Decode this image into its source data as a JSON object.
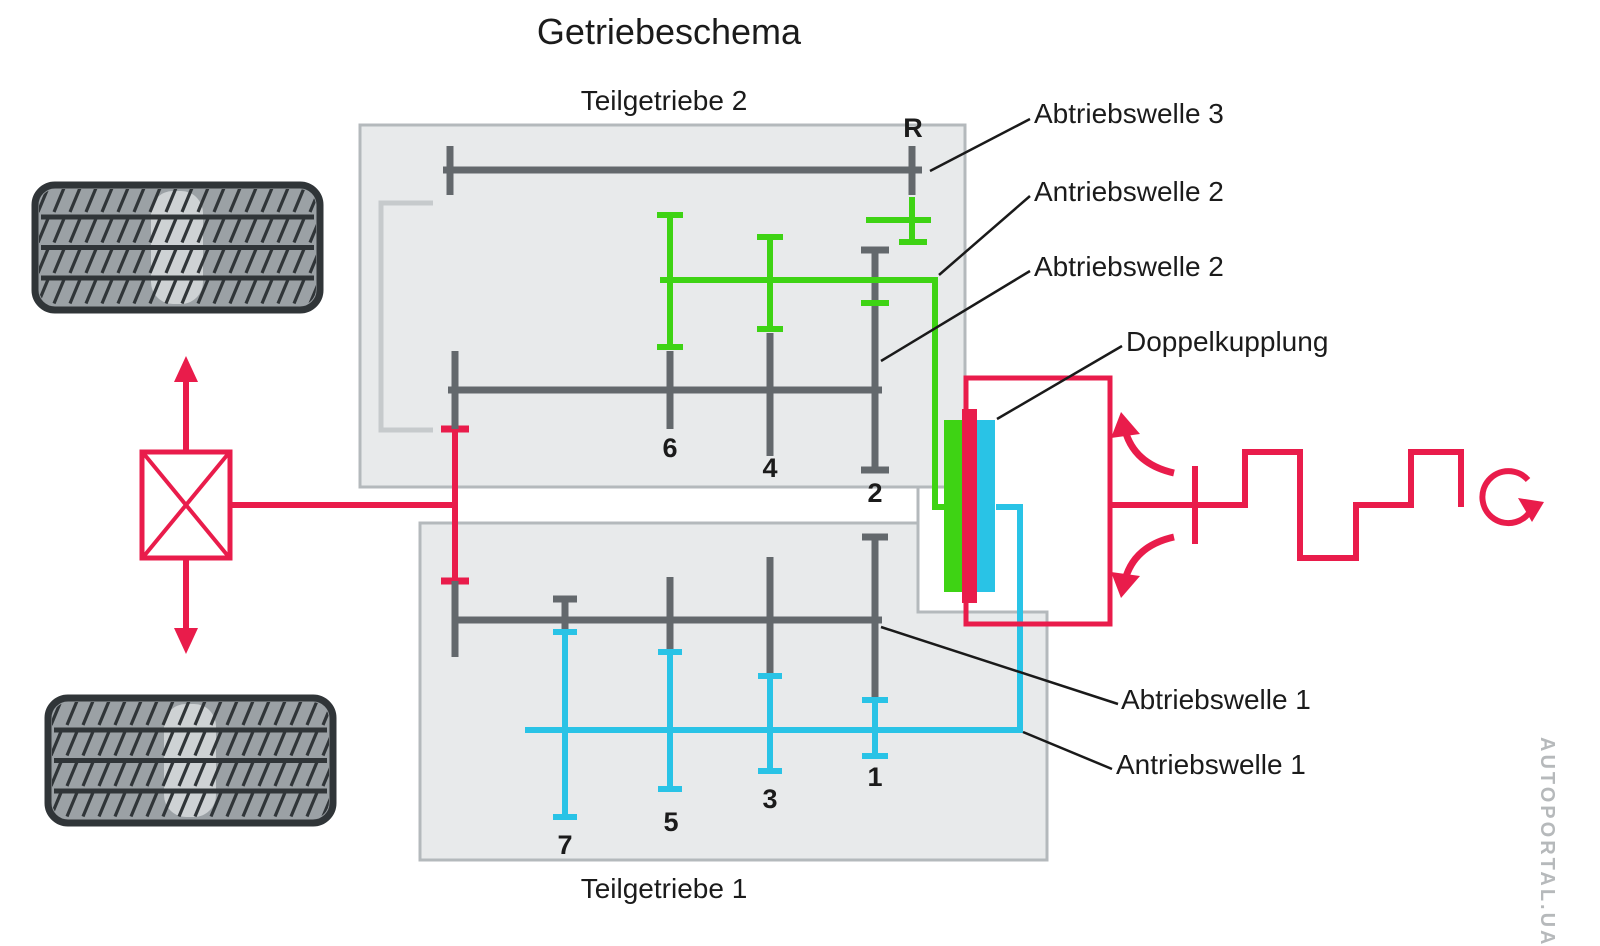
{
  "title": "Getriebeschema",
  "sections": {
    "teilgetriebe2": "Teilgetriebe 2",
    "teilgetriebe1": "Teilgetriebe 1"
  },
  "shaft_labels": {
    "abtriebswelle3": "Abtriebswelle 3",
    "antriebswelle2": "Antriebswelle 2",
    "abtriebswelle2": "Abtriebswelle 2",
    "doppelkupplung": "Doppelkupplung",
    "abtriebswelle1": "Abtriebswelle 1",
    "antriebswelle1": "Antriebswelle 1"
  },
  "gear_labels": {
    "reverse": "R",
    "gear1": "1",
    "gear2": "2",
    "gear3": "3",
    "gear4": "4",
    "gear5": "5",
    "gear6": "6",
    "gear7": "7"
  },
  "watermark": "AUTOPORTAL.UA",
  "colors": {
    "red": "#e91c4b",
    "green": "#3ed314",
    "cyan": "#29c3e6",
    "shaft_gray": "#63686c",
    "housing_fill": "#e8eaeb",
    "housing_stroke": "#b4b9bc",
    "tire_dark": "#303538",
    "tire_fill": "#9ba1a5"
  }
}
